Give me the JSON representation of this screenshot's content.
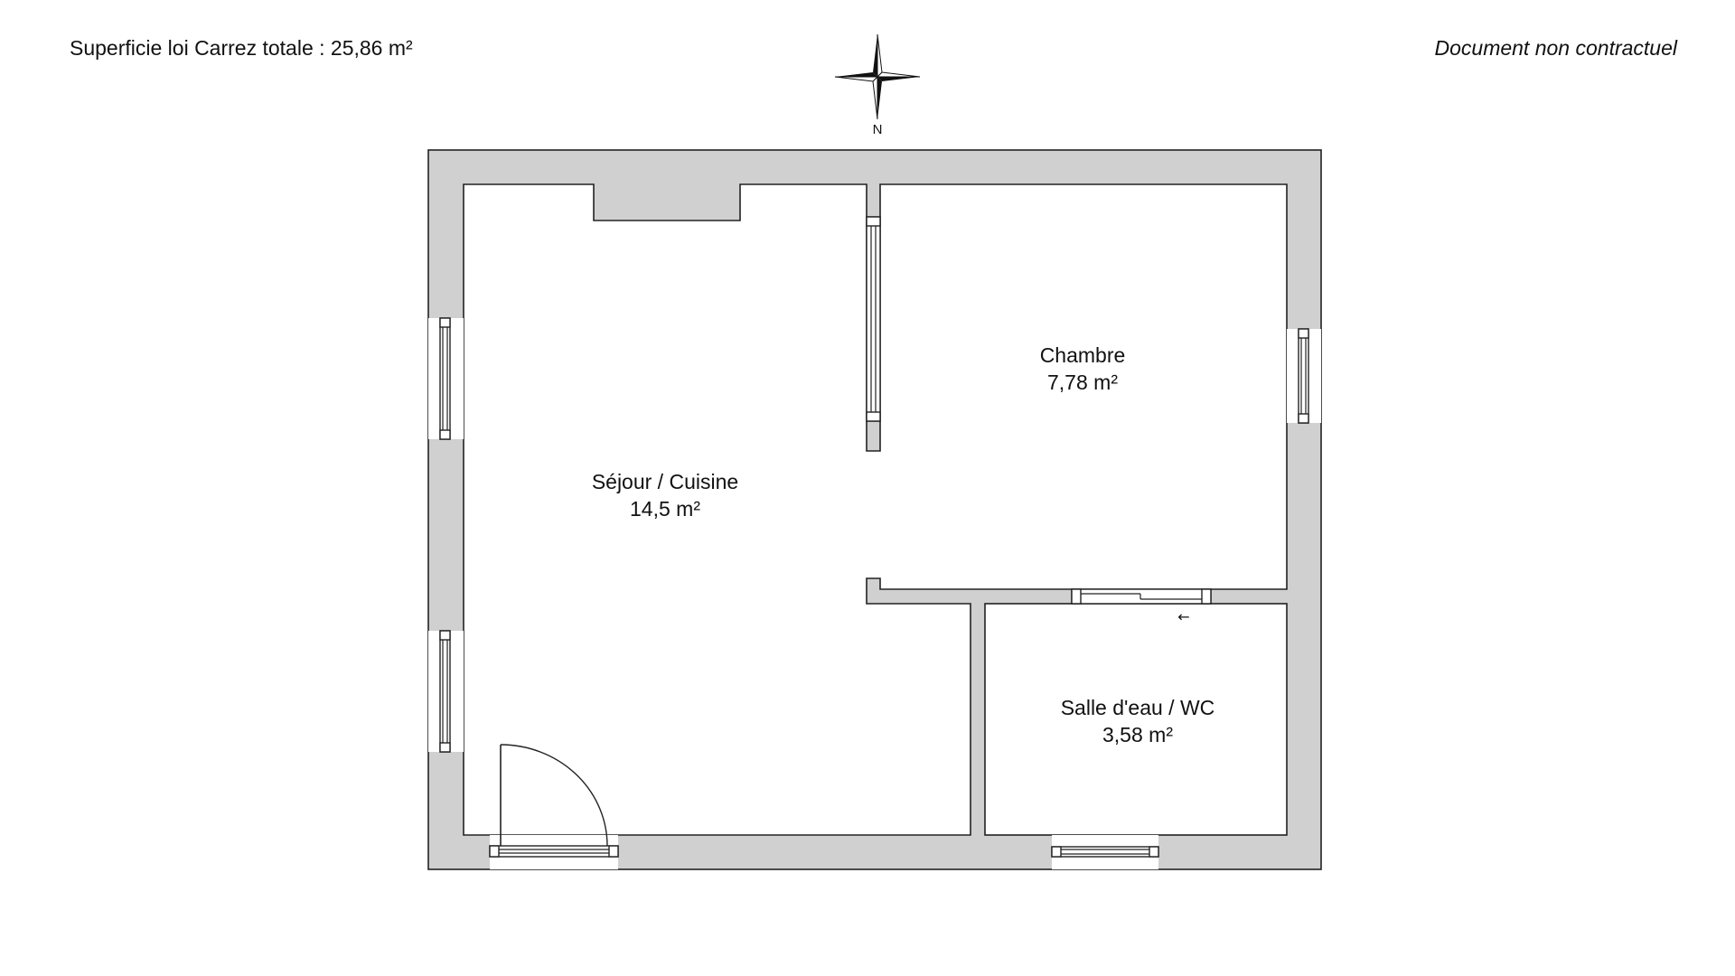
{
  "header": {
    "total_area": "Superficie loi Carrez totale :  25,86 m²",
    "disclaimer": "Document non contractuel"
  },
  "compass": {
    "label": "N",
    "icon": "compass-rose-icon"
  },
  "rooms": [
    {
      "name": "Séjour / Cuisine",
      "area": "14,5 m²"
    },
    {
      "name": "Chambre",
      "area": "7,78 m²"
    },
    {
      "name": "Salle d'eau / WC",
      "area": "3,58 m²"
    }
  ],
  "sliding_door_arrow": "←",
  "colors": {
    "wall": "#d0d0d0",
    "outline": "#222222",
    "floor": "#ffffff"
  }
}
